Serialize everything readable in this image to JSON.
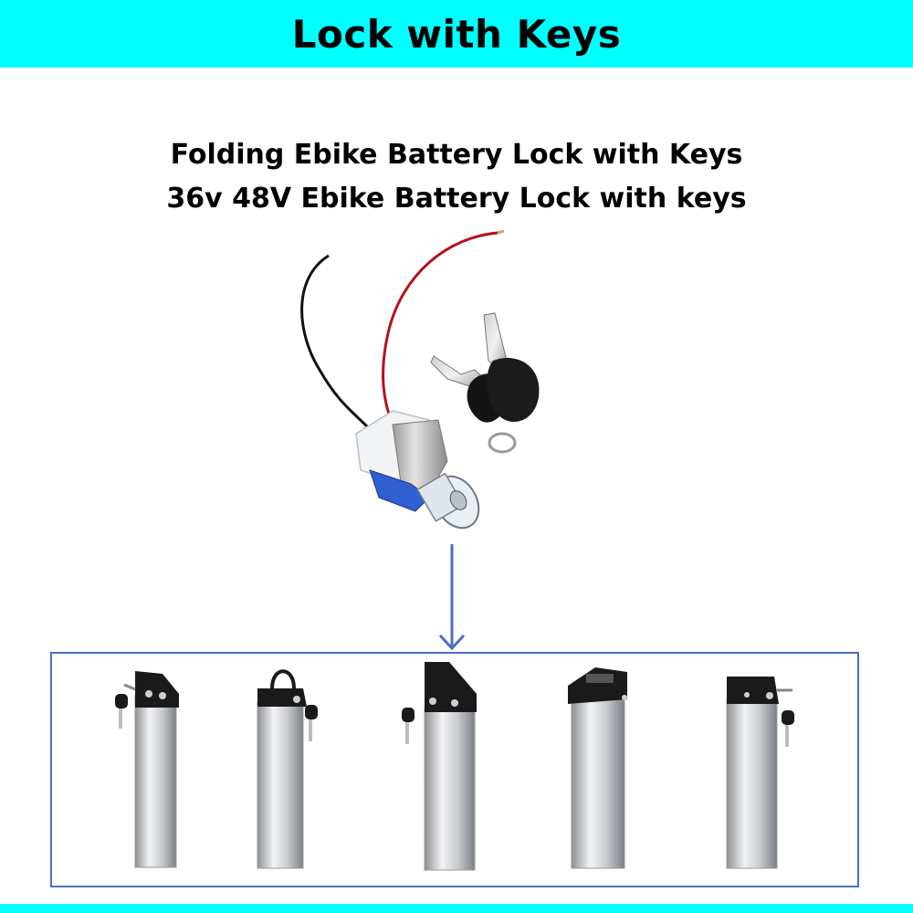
{
  "banner": {
    "title": "Lock with Keys",
    "color": "#00FFFF"
  },
  "headline": {
    "line1": "Folding Ebike Battery Lock with Keys",
    "line2": "36v 48V Ebike Battery Lock with keys"
  },
  "product_image": {
    "icon": "lock-cylinder-with-keys-photo"
  },
  "arrow": {
    "icon": "arrow-down-icon",
    "color": "#4A70C0"
  },
  "battery_gallery": {
    "border_color": "#4A70C0",
    "items": [
      {
        "icon": "battery-icon"
      },
      {
        "icon": "battery-icon"
      },
      {
        "icon": "battery-icon"
      },
      {
        "icon": "battery-icon"
      },
      {
        "icon": "battery-icon"
      }
    ]
  }
}
